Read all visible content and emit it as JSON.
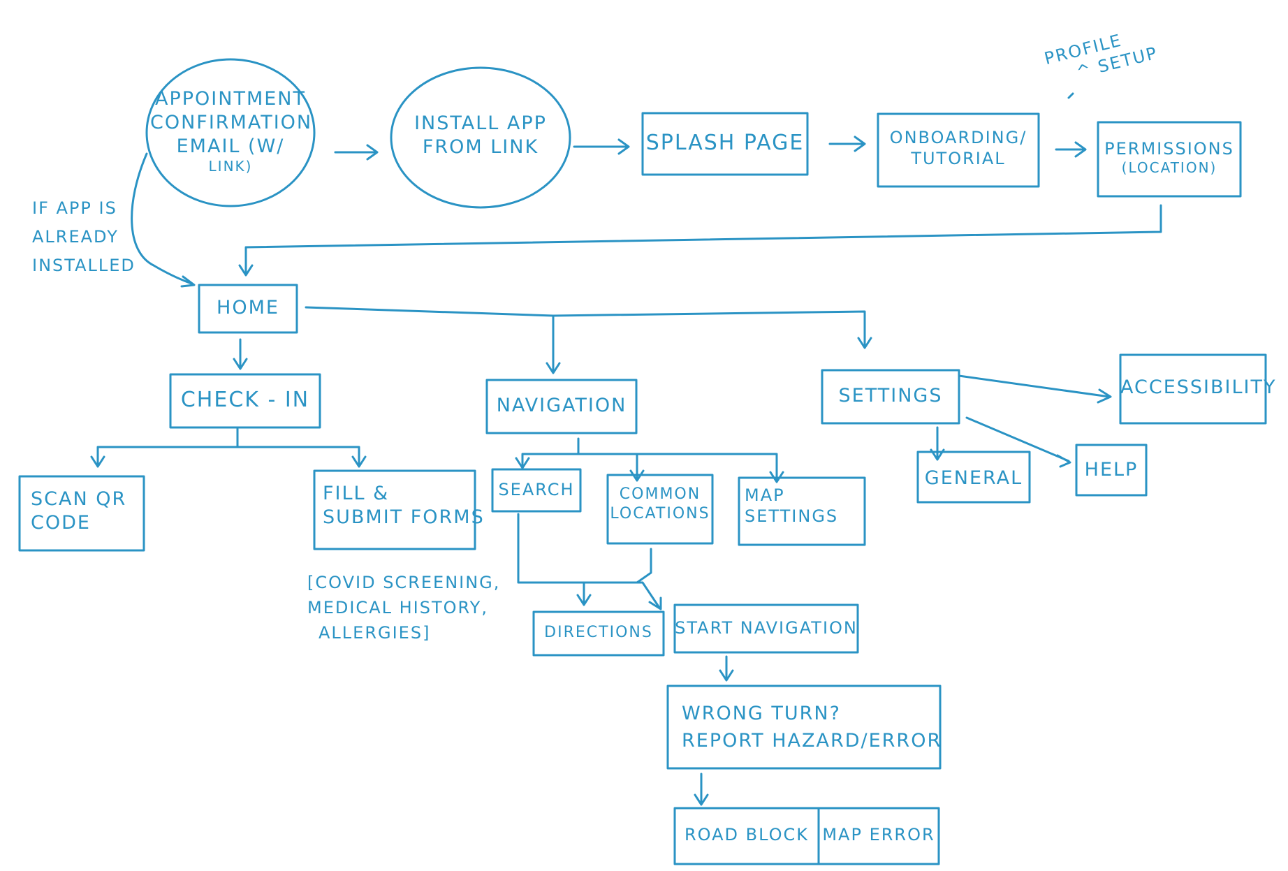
{
  "nodes": {
    "appointment": [
      "Appointment",
      "Confirmation",
      "Email (w/",
      "link)"
    ],
    "install": [
      "Install App",
      "From Link"
    ],
    "splash": "Splash Page",
    "onboarding": [
      "Onboarding/",
      "Tutorial"
    ],
    "profile_setup": [
      "Profile",
      "^ Setup"
    ],
    "permissions": [
      "Permissions",
      "(Location)"
    ],
    "if_installed": [
      "If App Is",
      "Already",
      "Installed"
    ],
    "home": "Home",
    "checkin": "Check - In",
    "navigation": "Navigation",
    "settings": "Settings",
    "accessibility": "Accessibility",
    "general": "General",
    "help": "Help",
    "scan_qr": [
      "Scan QR",
      "Code"
    ],
    "fill_forms": [
      "Fill &",
      "Submit Forms"
    ],
    "forms_note": [
      "[Covid Screening,",
      "Medical History,",
      "Allergies]"
    ],
    "search": "Search",
    "common_locations": [
      "Common",
      "Locations"
    ],
    "map_settings": [
      "Map",
      "Settings"
    ],
    "directions": "Directions",
    "start_navigation": "Start Navigation",
    "wrong_turn": [
      "Wrong Turn?",
      "Report Hazard/Error"
    ],
    "road_block": "Road Block",
    "map_error": "Map Error"
  },
  "colors": {
    "ink": "#2a93c4",
    "paper": "#ffffff"
  }
}
